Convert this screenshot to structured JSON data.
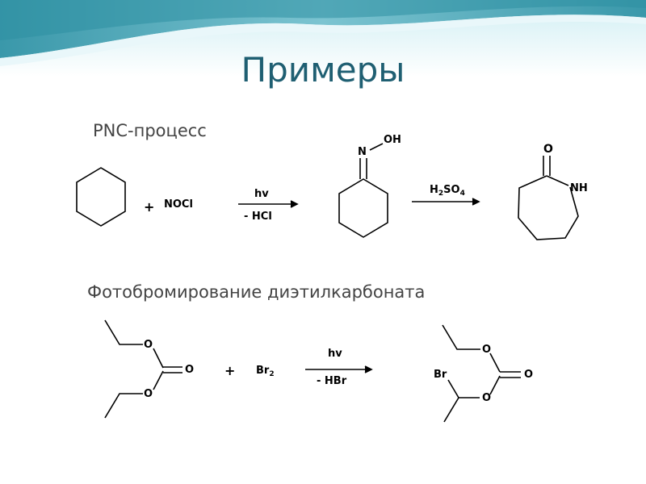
{
  "slide": {
    "title": "Примеры"
  },
  "pnc": {
    "heading": "PNC-процесс",
    "plus": "+",
    "reagent": "NOCl",
    "condition_top": "hv",
    "condition_bottom": "- HCl",
    "oxime_n": "N",
    "oxime_oh": "OH",
    "acid_h": "H",
    "acid_2": "2",
    "acid_so": "SO",
    "acid_4": "4",
    "lactam_o": "O",
    "lactam_nh": "NH"
  },
  "bromination": {
    "heading": "Фотобромирование диэтилкарбоната",
    "o_top": "O",
    "o_carbonyl": "O",
    "o_bottom": "O",
    "plus": "+",
    "reagent_br": "Br",
    "reagent_sub": "2",
    "condition_top": "hv",
    "condition_bottom": "- HBr",
    "product_o_top": "O",
    "product_o_carbonyl": "O",
    "product_o_bottom": "O",
    "product_br": "Br"
  },
  "colors": {
    "title": "#1f5f72",
    "heading": "#444444",
    "wave_dark": "#2e8fa3",
    "wave_light": "#bfe3ea"
  }
}
